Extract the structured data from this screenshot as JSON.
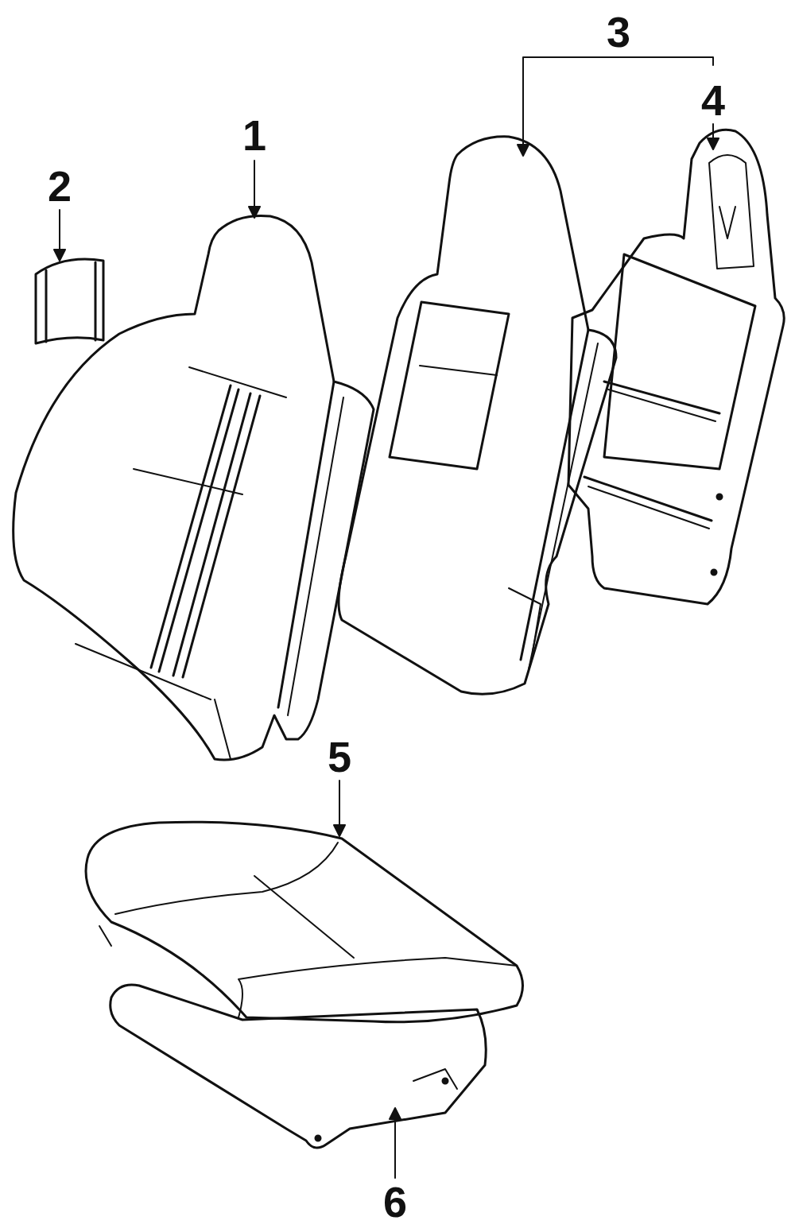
{
  "diagram": {
    "labels": [
      "3",
      "4",
      "1",
      "2",
      "5",
      "6"
    ]
  }
}
